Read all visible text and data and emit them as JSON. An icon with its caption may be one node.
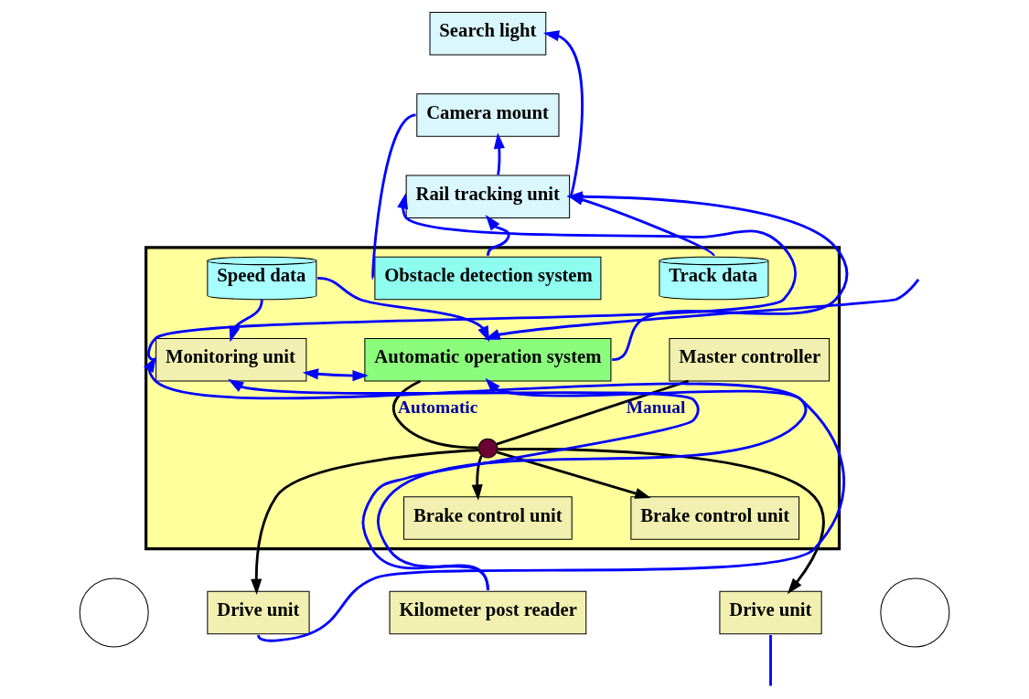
{
  "diagram": {
    "nodes": [
      {
        "text": [
          "Search light"
        ]
      },
      {
        "text": [
          "Camera mount"
        ]
      },
      {
        "text": [
          "Rail tracking unit"
        ]
      },
      {
        "text": [],
        "shape": "box"
      },
      {
        "text": [
          "Speed data"
        ],
        "in": 3
      },
      {
        "text": [
          "Obstacle detection system"
        ],
        "in": 3
      },
      {
        "text": [
          "Track data"
        ],
        "in": 3
      },
      {
        "text": [
          "Monitoring unit"
        ],
        "in": 3
      },
      {
        "text": [
          "Automatic operation system"
        ],
        "in": 3
      },
      {
        "text": [
          "Master controller"
        ],
        "in": 3
      },
      {
        "text": [],
        "shape": "circle",
        "in": 3
      },
      {
        "text": [
          "Brake control unit"
        ],
        "in": 3
      },
      {
        "text": [
          "Brake control unit"
        ],
        "in": 3
      },
      {
        "text": [],
        "shape": "circle"
      },
      {
        "text": [
          "Drive unit"
        ]
      },
      {
        "text": [
          "Kilometer post reader"
        ]
      },
      {
        "text": [
          "Drive unit"
        ]
      },
      {
        "text": [],
        "shape": "circle"
      }
    ],
    "edges": [
      {
        "from": 2,
        "to": 0,
        "arrow": "to"
      },
      {
        "from": 2,
        "to": 1,
        "arrow": "to"
      },
      {
        "from": 1,
        "to": 5,
        "arrow": "none"
      },
      {
        "from": 5,
        "to": 2,
        "arrow": "to"
      },
      {
        "from": 6,
        "to": 2,
        "arrow": "to"
      },
      {
        "from": 8,
        "to": 2,
        "arrow": "to"
      },
      {
        "from": 7,
        "to": 2,
        "arrow": "to"
      },
      {
        "from": 7,
        "to": 8,
        "arrow": "both"
      },
      {
        "from": 4,
        "to": 7,
        "arrow": "to"
      },
      {
        "from": 4,
        "to": 8,
        "arrow": "to"
      },
      {
        "from": null,
        "to": 8,
        "arrow": "to"
      },
      {
        "from": 8,
        "to": 10,
        "arrow": "none",
        "label": "Automatic",
        "color": "#000000"
      },
      {
        "from": 9,
        "to": 10,
        "arrow": "none",
        "label": "Manual",
        "color": "#000000"
      },
      {
        "from": 10,
        "to": 11,
        "arrow": "to",
        "color": "#000000"
      },
      {
        "from": 10,
        "to": 12,
        "arrow": "to",
        "color": "#000000"
      },
      {
        "from": 10,
        "to": 14,
        "arrow": "to",
        "color": "#000000"
      },
      {
        "from": 10,
        "to": 16,
        "arrow": "to",
        "color": "#000000"
      },
      {
        "from": 15,
        "to": 7,
        "arrow": "to"
      },
      {
        "from": 15,
        "to": 8,
        "arrow": "to"
      },
      {
        "from": 14,
        "to": 7,
        "arrow": "to"
      },
      {
        "from": 16,
        "to": null,
        "arrow": "none"
      }
    ]
  }
}
